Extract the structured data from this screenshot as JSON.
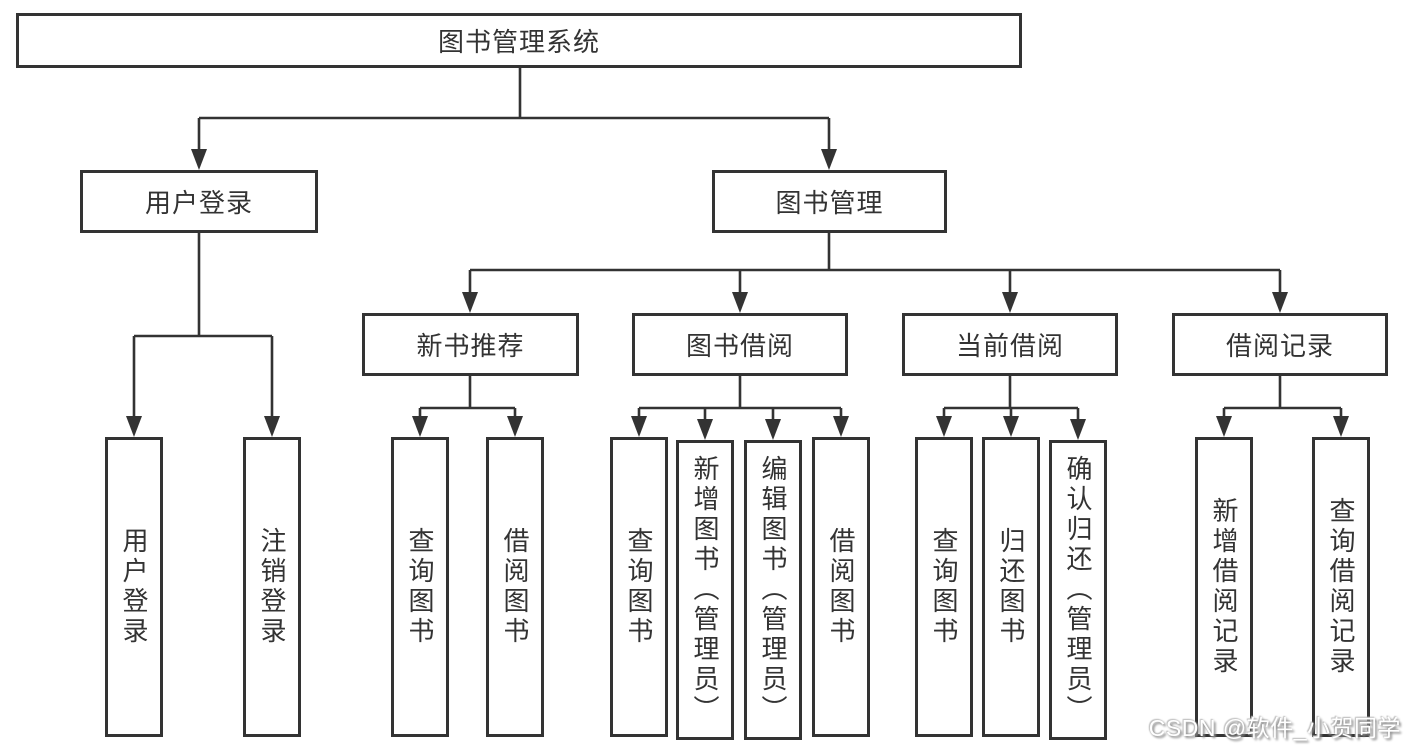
{
  "diagram": {
    "tree": {
      "label": "图书管理系统",
      "children": [
        {
          "label": "用户登录",
          "children": [
            {
              "label": "用户登录"
            },
            {
              "label": "注销登录"
            }
          ]
        },
        {
          "label": "图书管理",
          "children": [
            {
              "label": "新书推荐",
              "children": [
                {
                  "label": "查询图书"
                },
                {
                  "label": "借阅图书"
                }
              ]
            },
            {
              "label": "图书借阅",
              "children": [
                {
                  "label": "查询图书"
                },
                {
                  "label": "新增图书（管理员）"
                },
                {
                  "label": "编辑图书（管理员）"
                },
                {
                  "label": "借阅图书"
                }
              ]
            },
            {
              "label": "当前借阅",
              "children": [
                {
                  "label": "查询图书"
                },
                {
                  "label": "归还图书"
                },
                {
                  "label": "确认归还（管理员）"
                }
              ]
            },
            {
              "label": "借阅记录",
              "children": [
                {
                  "label": "新增借阅记录"
                },
                {
                  "label": "查询借阅记录"
                }
              ]
            }
          ]
        }
      ]
    },
    "watermark": "CSDN @软件_小贺同学",
    "colors": {
      "line": "#333333",
      "text": "#333333",
      "background": "#ffffff",
      "watermark": "#ffffff"
    }
  }
}
